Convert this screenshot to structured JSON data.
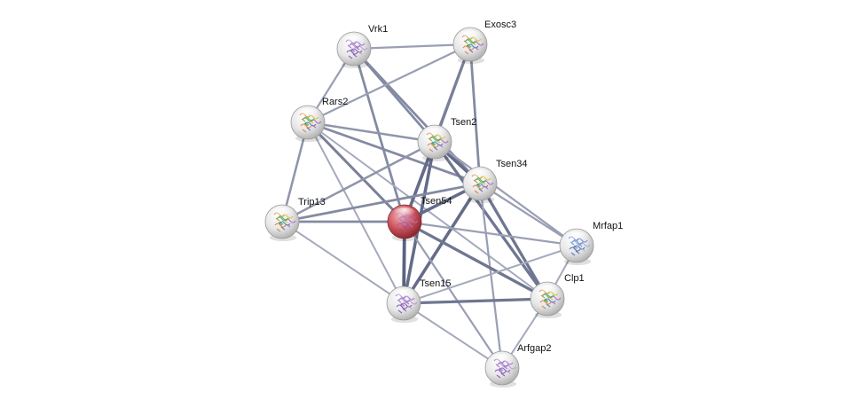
{
  "network": {
    "query_node": "Tsen54",
    "colors": {
      "query_node": "#c9505a",
      "partner_node": "#e8e8e8",
      "edge": "#5a6280",
      "background": "#ffffff"
    },
    "nodes": [
      {
        "id": "Vrk1",
        "label": "Vrk1",
        "type": "partner",
        "structure_icon": "purple-protein-structure-icon"
      },
      {
        "id": "Exosc3",
        "label": "Exosc3",
        "type": "partner",
        "structure_icon": "multicolor-protein-structure-icon"
      },
      {
        "id": "Rars2",
        "label": "Rars2",
        "type": "partner",
        "structure_icon": "multicolor-protein-structure-icon"
      },
      {
        "id": "Tsen2",
        "label": "Tsen2",
        "type": "partner",
        "structure_icon": "multicolor-protein-structure-icon"
      },
      {
        "id": "Tsen34",
        "label": "Tsen34",
        "type": "partner",
        "structure_icon": "multicolor-protein-structure-icon"
      },
      {
        "id": "Trip13",
        "label": "Trip13",
        "type": "partner",
        "structure_icon": "multicolor-protein-structure-icon"
      },
      {
        "id": "Tsen54",
        "label": "Tsen54",
        "type": "query",
        "structure_icon": "purple-protein-structure-icon"
      },
      {
        "id": "Mrfap1",
        "label": "Mrfap1",
        "type": "partner",
        "structure_icon": "blue-protein-structure-icon"
      },
      {
        "id": "Tsen15",
        "label": "Tsen15",
        "type": "partner",
        "structure_icon": "purple-protein-structure-icon"
      },
      {
        "id": "Clp1",
        "label": "Clp1",
        "type": "partner",
        "structure_icon": "multicolor-protein-structure-icon"
      },
      {
        "id": "Arfgap2",
        "label": "Arfgap2",
        "type": "partner",
        "structure_icon": "purple-protein-structure-icon"
      }
    ],
    "edges": [
      {
        "source": "Vrk1",
        "target": "Exosc3",
        "strength": 0.4
      },
      {
        "source": "Vrk1",
        "target": "Rars2",
        "strength": 0.4
      },
      {
        "source": "Vrk1",
        "target": "Tsen2",
        "strength": 0.6
      },
      {
        "source": "Vrk1",
        "target": "Tsen34",
        "strength": 0.6
      },
      {
        "source": "Vrk1",
        "target": "Tsen54",
        "strength": 0.6
      },
      {
        "source": "Exosc3",
        "target": "Rars2",
        "strength": 0.4
      },
      {
        "source": "Exosc3",
        "target": "Tsen2",
        "strength": 0.7
      },
      {
        "source": "Exosc3",
        "target": "Tsen34",
        "strength": 0.6
      },
      {
        "source": "Exosc3",
        "target": "Tsen54",
        "strength": 0.7
      },
      {
        "source": "Rars2",
        "target": "Tsen2",
        "strength": 0.5
      },
      {
        "source": "Rars2",
        "target": "Tsen34",
        "strength": 0.6
      },
      {
        "source": "Rars2",
        "target": "Tsen54",
        "strength": 0.7
      },
      {
        "source": "Rars2",
        "target": "Trip13",
        "strength": 0.5
      },
      {
        "source": "Rars2",
        "target": "Tsen15",
        "strength": 0.3
      },
      {
        "source": "Rars2",
        "target": "Clp1",
        "strength": 0.3
      },
      {
        "source": "Tsen2",
        "target": "Tsen34",
        "strength": 0.9
      },
      {
        "source": "Tsen2",
        "target": "Tsen54",
        "strength": 0.9
      },
      {
        "source": "Tsen2",
        "target": "Tsen15",
        "strength": 0.9
      },
      {
        "source": "Tsen2",
        "target": "Trip13",
        "strength": 0.5
      },
      {
        "source": "Tsen2",
        "target": "Clp1",
        "strength": 0.8
      },
      {
        "source": "Tsen2",
        "target": "Mrfap1",
        "strength": 0.4
      },
      {
        "source": "Tsen34",
        "target": "Tsen54",
        "strength": 0.9
      },
      {
        "source": "Tsen34",
        "target": "Tsen15",
        "strength": 0.9
      },
      {
        "source": "Tsen34",
        "target": "Clp1",
        "strength": 0.8
      },
      {
        "source": "Tsen34",
        "target": "Trip13",
        "strength": 0.6
      },
      {
        "source": "Tsen34",
        "target": "Mrfap1",
        "strength": 0.4
      },
      {
        "source": "Tsen34",
        "target": "Arfgap2",
        "strength": 0.4
      },
      {
        "source": "Trip13",
        "target": "Tsen54",
        "strength": 0.6
      },
      {
        "source": "Trip13",
        "target": "Tsen15",
        "strength": 0.3
      },
      {
        "source": "Tsen54",
        "target": "Tsen15",
        "strength": 1.0
      },
      {
        "source": "Tsen54",
        "target": "Clp1",
        "strength": 0.8
      },
      {
        "source": "Tsen54",
        "target": "Mrfap1",
        "strength": 0.4
      },
      {
        "source": "Tsen54",
        "target": "Arfgap2",
        "strength": 0.4
      },
      {
        "source": "Tsen15",
        "target": "Clp1",
        "strength": 0.8
      },
      {
        "source": "Tsen15",
        "target": "Mrfap1",
        "strength": 0.3
      },
      {
        "source": "Tsen15",
        "target": "Arfgap2",
        "strength": 0.3
      },
      {
        "source": "Clp1",
        "target": "Mrfap1",
        "strength": 0.3
      },
      {
        "source": "Clp1",
        "target": "Arfgap2",
        "strength": 0.3
      }
    ]
  }
}
